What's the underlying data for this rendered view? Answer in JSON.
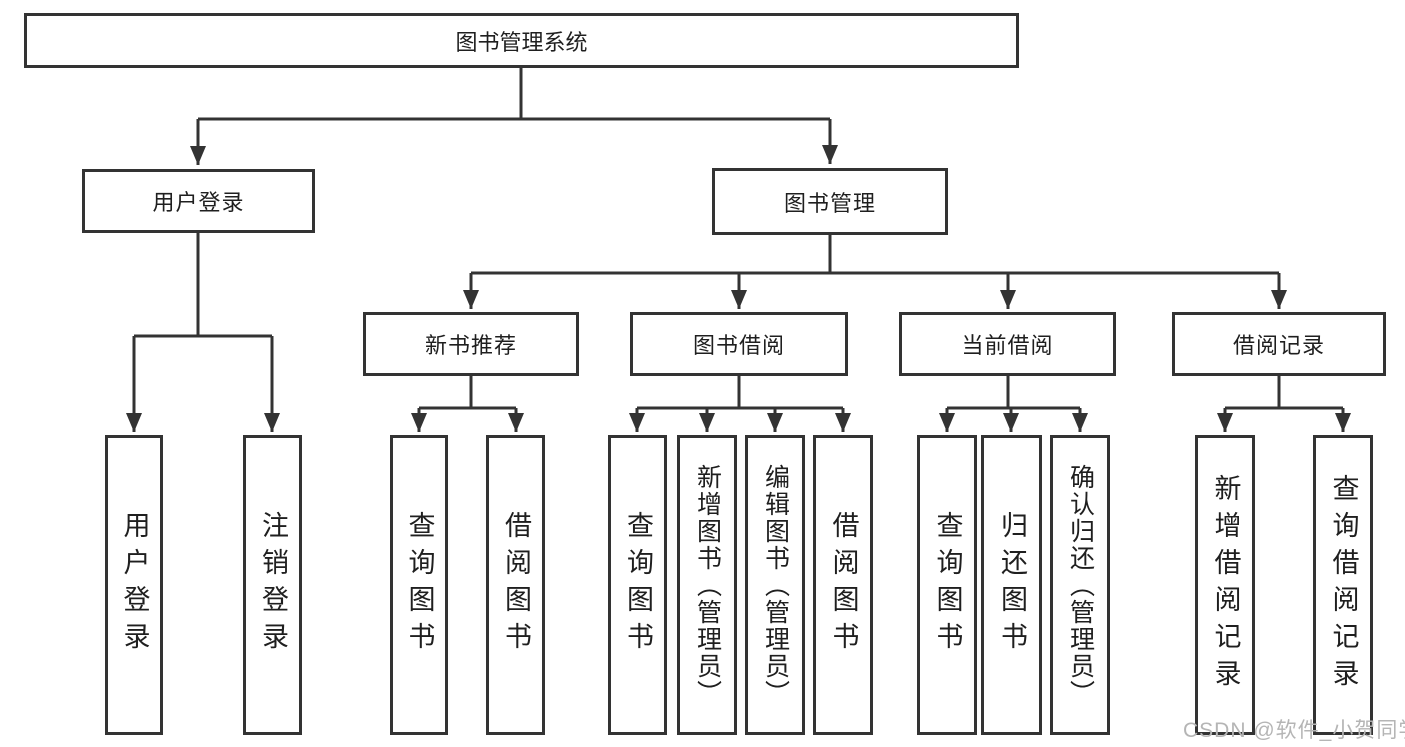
{
  "diagram": {
    "root": {
      "label": "图书管理系统"
    },
    "level2": [
      {
        "label": "用户登录"
      },
      {
        "label": "图书管理"
      }
    ],
    "level3": [
      {
        "label": "新书推荐"
      },
      {
        "label": "图书借阅"
      },
      {
        "label": "当前借阅"
      },
      {
        "label": "借阅记录"
      }
    ],
    "leaves": {
      "user_login": [
        "用户登录",
        "注销登录"
      ],
      "new_book_recommend": [
        "查询图书",
        "借阅图书"
      ],
      "book_borrow": [
        "查询图书",
        "新增图书（管理员）",
        "编辑图书（管理员）",
        "借阅图书"
      ],
      "current_borrow": [
        "查询图书",
        "归还图书",
        "确认归还（管理员）"
      ],
      "borrow_record": [
        "新增借阅记录",
        "查询借阅记录"
      ]
    }
  },
  "watermark": "CSDN @软件_小贺同学",
  "colors": {
    "line": "#333333",
    "node_border": "#333333",
    "node_fill": "#ffffff",
    "text": "#1f1f1f",
    "watermark": "#b5b5b5",
    "background": "#ffffff"
  }
}
